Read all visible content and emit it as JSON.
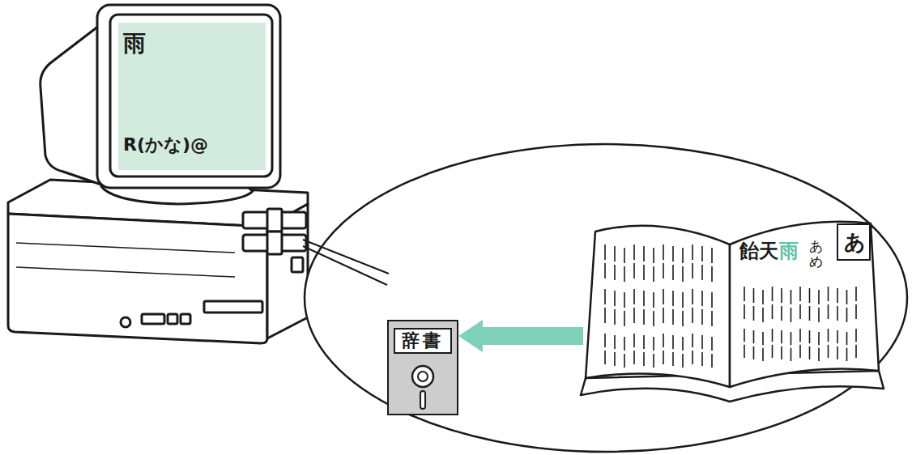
{
  "diagram": {
    "nodes": [
      {
        "text": [
          "雨",
          "R(かな)@"
        ]
      },
      {
        "text": [
          "辞書"
        ]
      },
      {
        "text": [
          "飴天",
          "雨",
          "あめ"
        ]
      },
      {
        "text": [
          "あ"
        ],
        "in": 2
      }
    ],
    "edges": [
      {
        "from": 2,
        "to": 1,
        "arrow": "to"
      }
    ]
  }
}
